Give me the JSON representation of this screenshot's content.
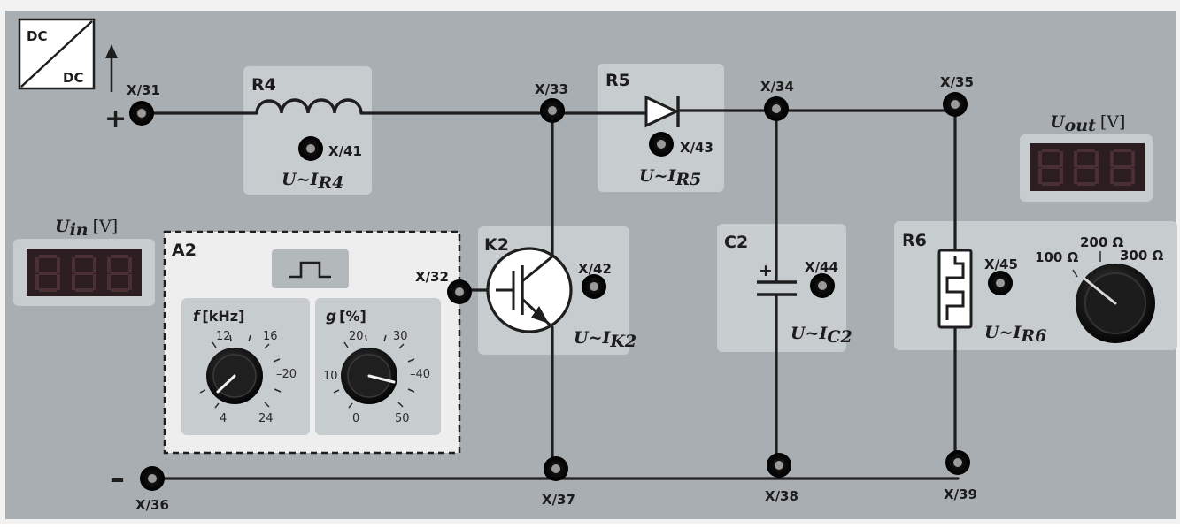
{
  "converter_badge": {
    "top": "DC",
    "bottom": "DC"
  },
  "terminals": {
    "x31": "X/31",
    "x32": "X/32",
    "x33": "X/33",
    "x34": "X/34",
    "x35": "X/35",
    "x36": "X/36",
    "x37": "X/37",
    "x38": "X/38",
    "x39": "X/39",
    "x41": "X/41",
    "x42": "X/42",
    "x43": "X/43",
    "x44": "X/44",
    "x45": "X/45"
  },
  "polarity": {
    "plus": "+",
    "minus": "–"
  },
  "components": {
    "r4": {
      "name": "R4",
      "measure_var": "U~I",
      "measure_sub": "R4"
    },
    "r5": {
      "name": "R5",
      "measure_var": "U~I",
      "measure_sub": "R5"
    },
    "k2": {
      "name": "K2",
      "measure_var": "U~I",
      "measure_sub": "K2"
    },
    "c2": {
      "name": "C2",
      "measure_var": "U~I",
      "measure_sub": "C2",
      "polarity": "+"
    },
    "r6": {
      "name": "R6",
      "measure_var": "U~I",
      "measure_sub": "R6"
    }
  },
  "meters": {
    "uin": {
      "var": "U",
      "sub": "in",
      "unit": "[V]"
    },
    "uout": {
      "var": "U",
      "sub": "out",
      "unit": "[V]"
    }
  },
  "a2": {
    "name": "A2",
    "frequency": {
      "var": "f",
      "unit": "[kHz]",
      "ticks": [
        "12",
        "16",
        "20",
        "24",
        "4"
      ]
    },
    "duty": {
      "var": "g",
      "unit": "[%]",
      "ticks": [
        "20",
        "30",
        "40",
        "50",
        "0",
        "10"
      ]
    }
  },
  "r6_knob": {
    "options": [
      "100 Ω",
      "200 Ω",
      "300 Ω"
    ]
  },
  "colors": {
    "panel": "#a8aeb2",
    "box": "#c7cccf",
    "wire": "#1e1e1e",
    "display": "#3a2528"
  }
}
